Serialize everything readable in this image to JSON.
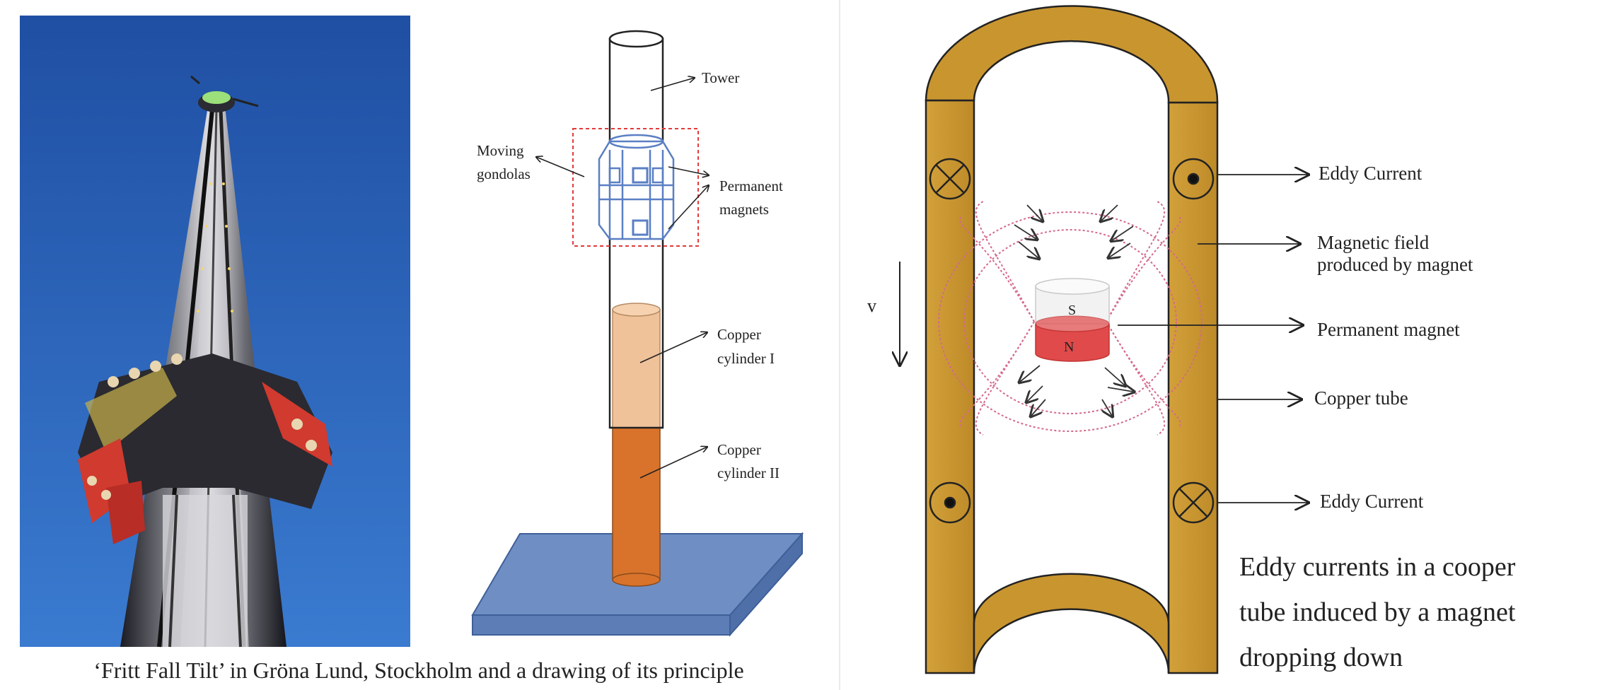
{
  "left_figure": {
    "photo": {
      "subject": "drop-tower-ride-photo"
    },
    "labels": {
      "tower": "Tower",
      "moving_gondolas": [
        "Moving",
        "gondolas"
      ],
      "permanent_magnets": [
        "Permanent",
        "magnets"
      ],
      "copper_cylinder_1": [
        "Copper",
        "cylinder I"
      ],
      "copper_cylinder_2": [
        "Copper",
        "cylinder II"
      ]
    },
    "caption": "‘Fritt Fall Tilt’ in Gröna Lund, Stockholm and a drawing of its principle"
  },
  "right_figure": {
    "velocity_label": "v",
    "magnet": {
      "south": "S",
      "north": "N"
    },
    "labels": {
      "eddy_current_top": "Eddy Current",
      "magnetic_field": [
        "Magnetic field",
        "produced by magnet"
      ],
      "permanent_magnet": "Permanent magnet",
      "copper_tube": "Copper tube",
      "eddy_current_bottom": "Eddy Current"
    },
    "caption": [
      "Eddy currents in a cooper",
      "tube induced by a magnet",
      "dropping down"
    ]
  },
  "colors": {
    "sky_blue": "#2f66b8",
    "copper_tube": "#c9952f",
    "copper_cylinder_1": "#efc29a",
    "copper_cylinder_2": "#d9732b",
    "base_plate": "#6f8fc4",
    "magnet_red": "#e04a4a",
    "field_lines": "#d46a8a",
    "gondola_outline": "#5a7fc4",
    "dashed_box": "#e23b3b"
  }
}
